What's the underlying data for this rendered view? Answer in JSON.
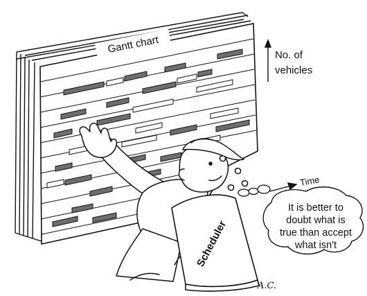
{
  "gantt_title": "Gantt chart",
  "y_axis_label": [
    "No. of",
    "vehicles"
  ],
  "x_axis_label": "Time",
  "chair_label": "Scheduler",
  "speech_bubble": [
    "It is better to",
    "doubt what is",
    "true than accept",
    "what isn't"
  ],
  "signature": "A.C.",
  "colors": {
    "ink": "#111111",
    "bar_fill": "#6e6e6e",
    "paper": "#ffffff"
  }
}
